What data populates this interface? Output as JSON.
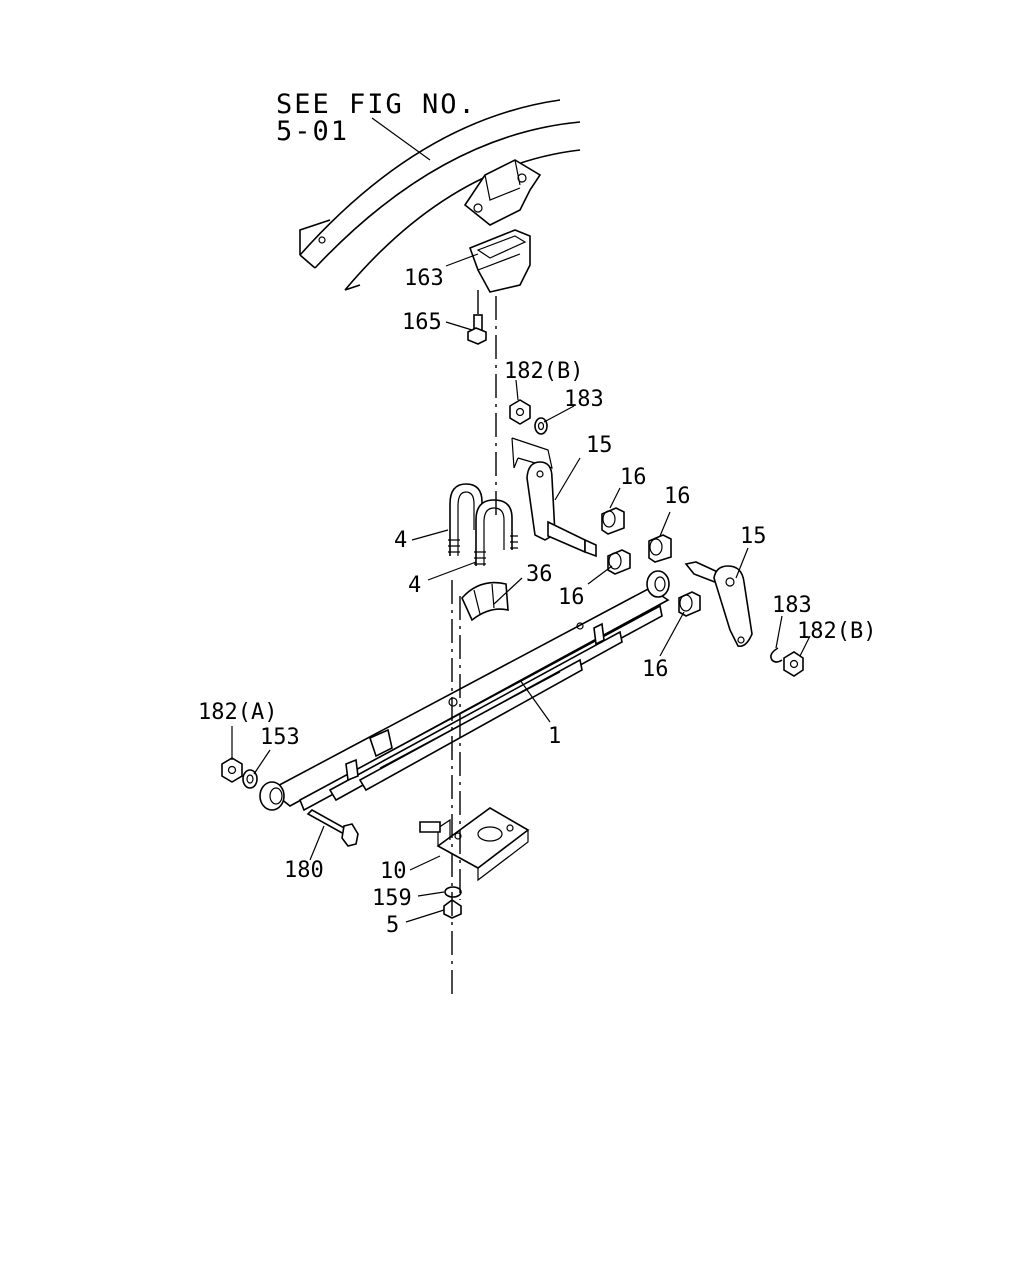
{
  "reference": {
    "line1": "SEE FIG NO.",
    "line2": "5-01"
  },
  "callouts": {
    "c163": "163",
    "c165": "165",
    "c182b_top": "182(B)",
    "c183_top": "183",
    "c15_left": "15",
    "c16_a": "16",
    "c16_b": "16",
    "c16_c": "16",
    "c16_d": "16",
    "c15_right": "15",
    "c183_right": "183",
    "c182b_right": "182(B)",
    "c4_a": "4",
    "c4_b": "4",
    "c36": "36",
    "c1": "1",
    "c182a": "182(A)",
    "c153": "153",
    "c180": "180",
    "c10": "10",
    "c159": "159",
    "c5": "5"
  }
}
